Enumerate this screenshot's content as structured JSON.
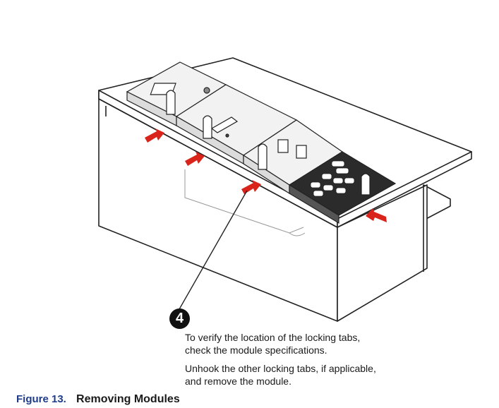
{
  "step": {
    "number": "4"
  },
  "notes": [
    {
      "lines": [
        "To verify the location of the locking tabs,",
        "check the module specifications."
      ]
    },
    {
      "lines": [
        "Unhook the other locking tabs, if applicable,",
        "and remove the module."
      ]
    }
  ],
  "caption": {
    "figure_number": "Figure 13.",
    "title": "Removing Modules"
  },
  "colors": {
    "arrow": "#d9241c",
    "caption_number": "#1f3c8a",
    "line": "#222222"
  }
}
